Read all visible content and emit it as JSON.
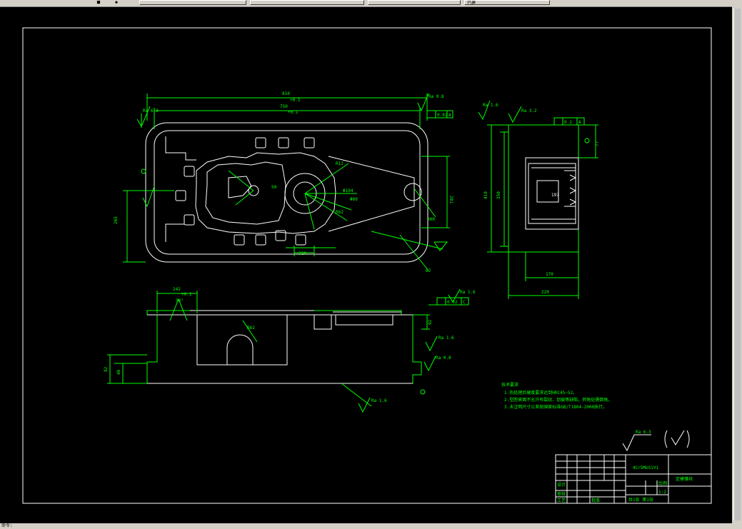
{
  "taskbar": {
    "items": [
      {
        "label": ""
      },
      {
        "label": ""
      },
      {
        "label": ""
      },
      {
        "label": "已建"
      }
    ]
  },
  "statusbar": {
    "text": "命令:"
  },
  "drawing": {
    "dims": {
      "overall_width": "810",
      "inner_width": "750",
      "height_top": "410",
      "height_inner": "350",
      "height_mid": "201",
      "left_height": "265",
      "right_a": "170",
      "right_b": "220",
      "right_top": "77",
      "side_mid": "197",
      "section_width": "242",
      "angle": "30°",
      "radius": "R62",
      "left_total": "92",
      "left_part": "48",
      "r_small": "R12",
      "dia_a": "Φ104",
      "dia_b": "Φ80",
      "dim_320": "320",
      "dim_92b": "92",
      "dim_300": "300",
      "dim_62": "62",
      "dim_50": "50",
      "tol_plus": "+0.1",
      "tol_zero": "0"
    },
    "roughness": {
      "r08": "Ra 0.8",
      "r16": "Ra 1.6",
      "r32": "Ra 3.2",
      "r63": "Ra 6.3"
    },
    "gdt": {
      "flatness": "0.02",
      "perp": "0.02",
      "perp_small": "0.1",
      "datum_a": "A",
      "datum_c": "C"
    },
    "notes": {
      "title": "技术要求",
      "line1": "1.热处理后硬度要求达到HRC45~52。",
      "line2": "2.型腔表面不允许有裂纹、划痕等缺陷，转角处需倒角。",
      "line3": "3.未注明尺寸公差按国家标准GB/T1804-2000执行。"
    },
    "title_block": {
      "material": "4Cr5MoSiV1",
      "part_name": "定模镶块",
      "scale_label": "比例",
      "ratio": "1:2",
      "sheet": "共1张 第1张",
      "designer": "设计",
      "checker": "审核",
      "approve": "批准",
      "process": "工艺"
    }
  }
}
